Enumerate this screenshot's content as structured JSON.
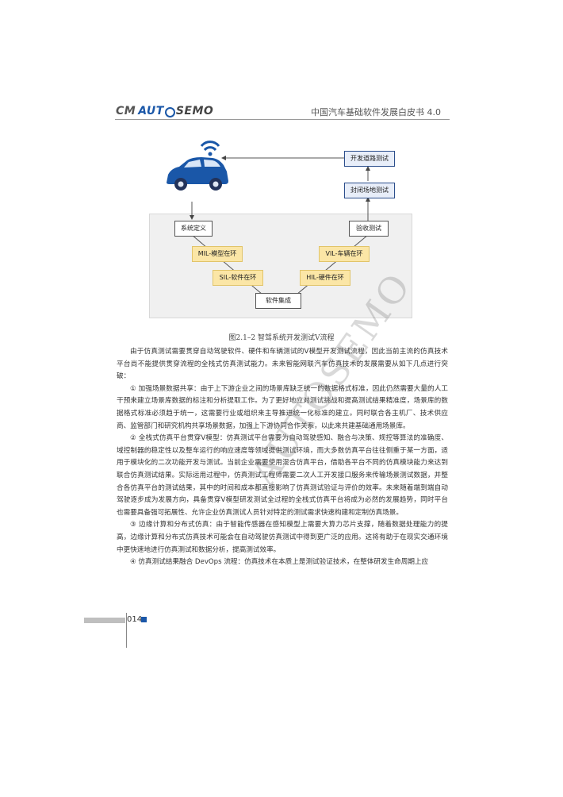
{
  "header": {
    "logo_cm": "CM",
    "logo_auto": "AUT",
    "logo_semo": "SEMO",
    "book_title": "中国汽车基础软件发展白皮书 4.0"
  },
  "diagram": {
    "top_right_1": "开发道路测试",
    "top_right_2": "封闭场地测试",
    "system_def": "系统定义",
    "acceptance": "验收测试",
    "mil": "MIL-模型在环",
    "vil": "VIL-车辆在环",
    "sil": "SIL-软件在环",
    "hil": "HIL-硬件在环",
    "integration": "软件集成",
    "caption": "图2.1–2 智驾系统开发测试V流程"
  },
  "body": {
    "p1": "由于仿真测试需要贯穿自动驾驶软件、硬件和车辆测试的V模型开发测试流程，因此当前主流的仿真技术平台尚不能提供贯穿流程的全栈式仿真测试能力。未来智能网联汽车仿真技术的发展需要从如下几点进行突破：",
    "p2": "① 加强场景数据共享：由于上下游企业之间的场景库缺乏统一的数据格式标准，因此仍然需要大量的人工干预来建立场景库数据的标注和分析提取工作。为了更好地应对测试挑战和提高测试结果精准度，场景库的数据格式标准必须趋于统一，这需要行业或组织来主导推进统一化标准的建立。同时联合各主机厂、技术供应商、监管部门和研究机构共享场景数据，加强上下游协同合作关系，以此来共建基础通用场景库。",
    "p3": "② 全栈式仿真平台贯穿V模型：仿真测试平台需要为自动驾驶感知、融合与决策、规控等算法的准确度、域控制器的稳定性以及整车运行的响应速度等领域提供测试环境，而大多数仿真平台往往侧重于某一方面，适用于模块化的二次功能开发与测试。当前企业需要使用混合仿真平台，借助各平台不同的仿真模块能力来达到联合仿真测试结果。实际运用过程中，仿真测试工程师需要二次人工开发接口服务来传输场景测试数据，并整合各仿真平台的测试结果，其中的时间和成本都直接影响了仿真测试验证与评价的效率。未来随着端到端自动驾驶逐步成为发展方向，具备贯穿V模型研发测试全过程的全栈式仿真平台将成为必然的发展趋势，同时平台也需要具备强可拓展性、允许企业仿真测试人员针对特定的测试需求快速构建和定制仿真场景。",
    "p4": "③ 边缘计算和分布式仿真：由于智能传感器在感知模型上需要大算力芯片支撑，随着数据处理能力的提高，边缘计算和分布式仿真技术可能会在自动驾驶仿真测试中得到更广泛的应用。这将有助于在现实交通环境中更快速地进行仿真测试和数据分析，提高测试效率。",
    "p5": "④ 仿真测试结果融合 DevOps 流程：仿真技术在本质上是测试验证技术，在整体研发生命周期上应"
  },
  "footer": {
    "page_number": "014"
  },
  "watermark": "AUTOSEMO"
}
